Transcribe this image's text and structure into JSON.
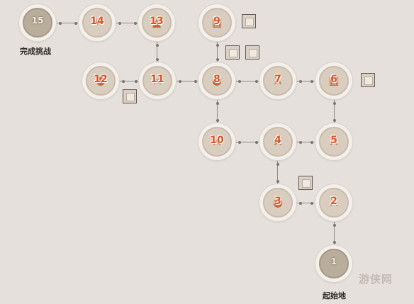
{
  "labels": {
    "start": "起始地",
    "finish": "完成挑战"
  },
  "watermark": "游侠网",
  "nodes": [
    {
      "id": "1",
      "icon": "start-emblem-icon",
      "kind": "start"
    },
    {
      "id": "2",
      "icon": "crossed-swords-icon",
      "kind": "battle"
    },
    {
      "id": "3",
      "icon": "event-emblem-icon",
      "kind": "event"
    },
    {
      "id": "4",
      "icon": "crossed-swords-icon",
      "kind": "battle"
    },
    {
      "id": "5",
      "icon": "crossed-swords-icon",
      "kind": "battle"
    },
    {
      "id": "6",
      "icon": "shop-emblem-icon",
      "kind": "shop"
    },
    {
      "id": "7",
      "icon": "crossed-swords-icon",
      "kind": "battle"
    },
    {
      "id": "8",
      "icon": "event-emblem-icon",
      "kind": "event"
    },
    {
      "id": "9",
      "icon": "shop-emblem-icon",
      "kind": "shop"
    },
    {
      "id": "10",
      "icon": "crossed-swords-icon",
      "kind": "battle"
    },
    {
      "id": "11",
      "icon": "crossed-swords-icon",
      "kind": "battle"
    },
    {
      "id": "12",
      "icon": "event-emblem-icon",
      "kind": "event"
    },
    {
      "id": "13",
      "icon": "elite-emblem-icon",
      "kind": "elite"
    },
    {
      "id": "14",
      "icon": "boss-emblem-icon",
      "kind": "boss"
    },
    {
      "id": "15",
      "icon": "finish-emblem-icon",
      "kind": "end"
    }
  ],
  "chest_icon": "treasure-chest-icon",
  "colors": {
    "number": "#e0501f",
    "background": "#e6e0dc",
    "connector": "#8e8a87"
  }
}
